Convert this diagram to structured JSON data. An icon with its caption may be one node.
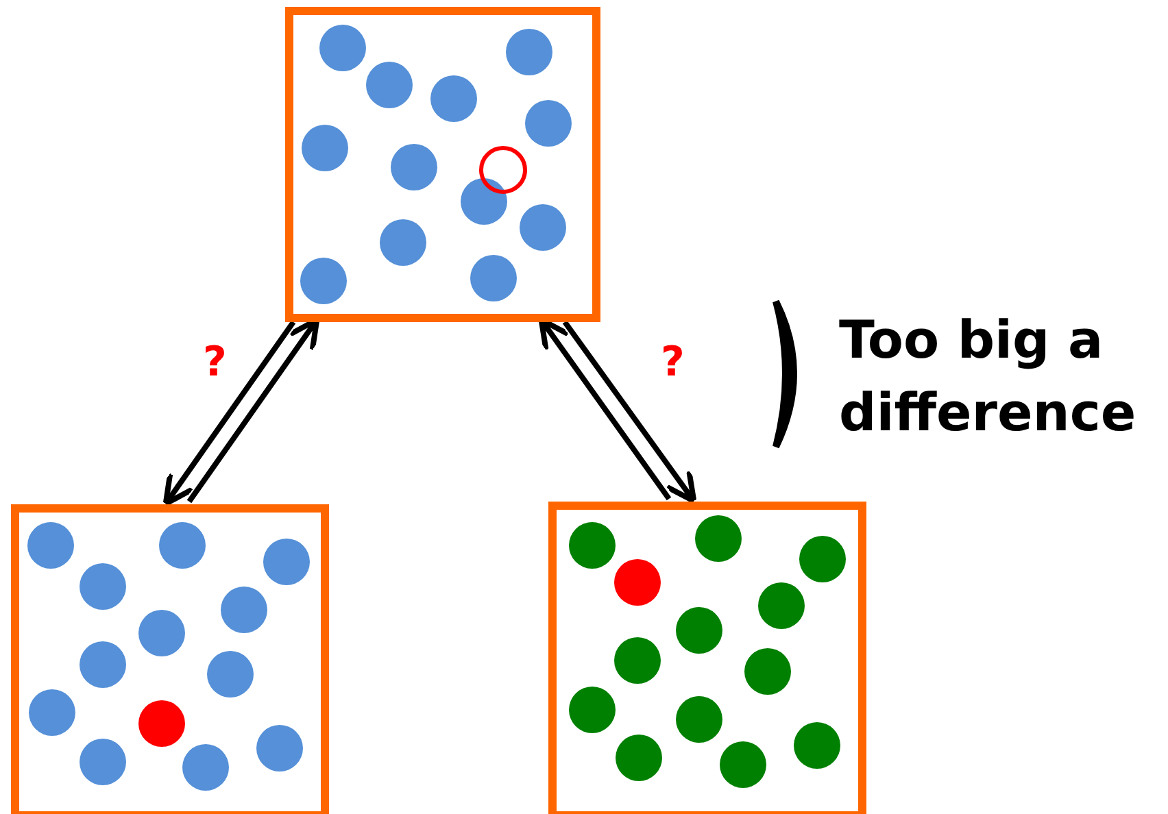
{
  "diagram": {
    "nodes": [
      {
        "text": [],
        "shape": "box"
      },
      {
        "text": [],
        "shape": "box"
      },
      {
        "text": [],
        "shape": "box"
      }
    ],
    "edges": [
      {
        "from": 0,
        "to": 1,
        "arrow": "to",
        "label": "?"
      },
      {
        "from": 1,
        "to": 0,
        "arrow": "to"
      },
      {
        "from": 0,
        "to": 2,
        "arrow": "to",
        "label": "?"
      },
      {
        "from": 2,
        "to": 0,
        "arrow": "to"
      }
    ],
    "labels": [
      "Too big a difference"
    ]
  }
}
